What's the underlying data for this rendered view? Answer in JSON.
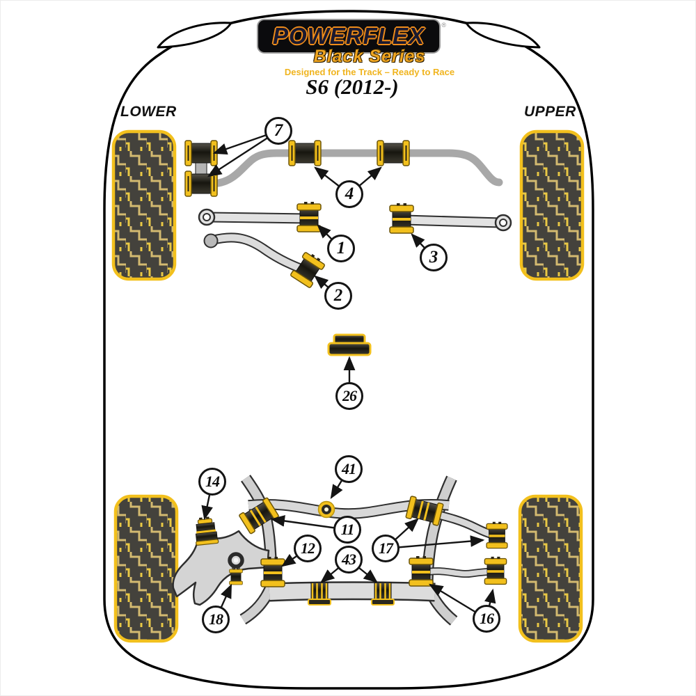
{
  "brand": {
    "name": "POWERFLEX",
    "reg": "®",
    "series": "Black Series",
    "tagline": "Designed for the Track – Ready to Race"
  },
  "title": "S6 (2012-)",
  "side_labels": {
    "lower": "LOWER",
    "upper": "UPPER"
  },
  "callouts": {
    "c7": "7",
    "c4": "4",
    "c1": "1",
    "c2": "2",
    "c3": "3",
    "c26": "26",
    "c14": "14",
    "c41": "41",
    "c11": "11",
    "c12": "12",
    "c17": "17",
    "c43": "43",
    "c18": "18",
    "c16": "16"
  },
  "colors": {
    "accent_yellow": "#f2c01d",
    "logo_orange": "#ef8c1a",
    "tagline_gold": "#f0b41e",
    "bushing_dark": "#23221c",
    "tire_fill": "#44423c",
    "bar_gray": "#a8a8a8"
  }
}
